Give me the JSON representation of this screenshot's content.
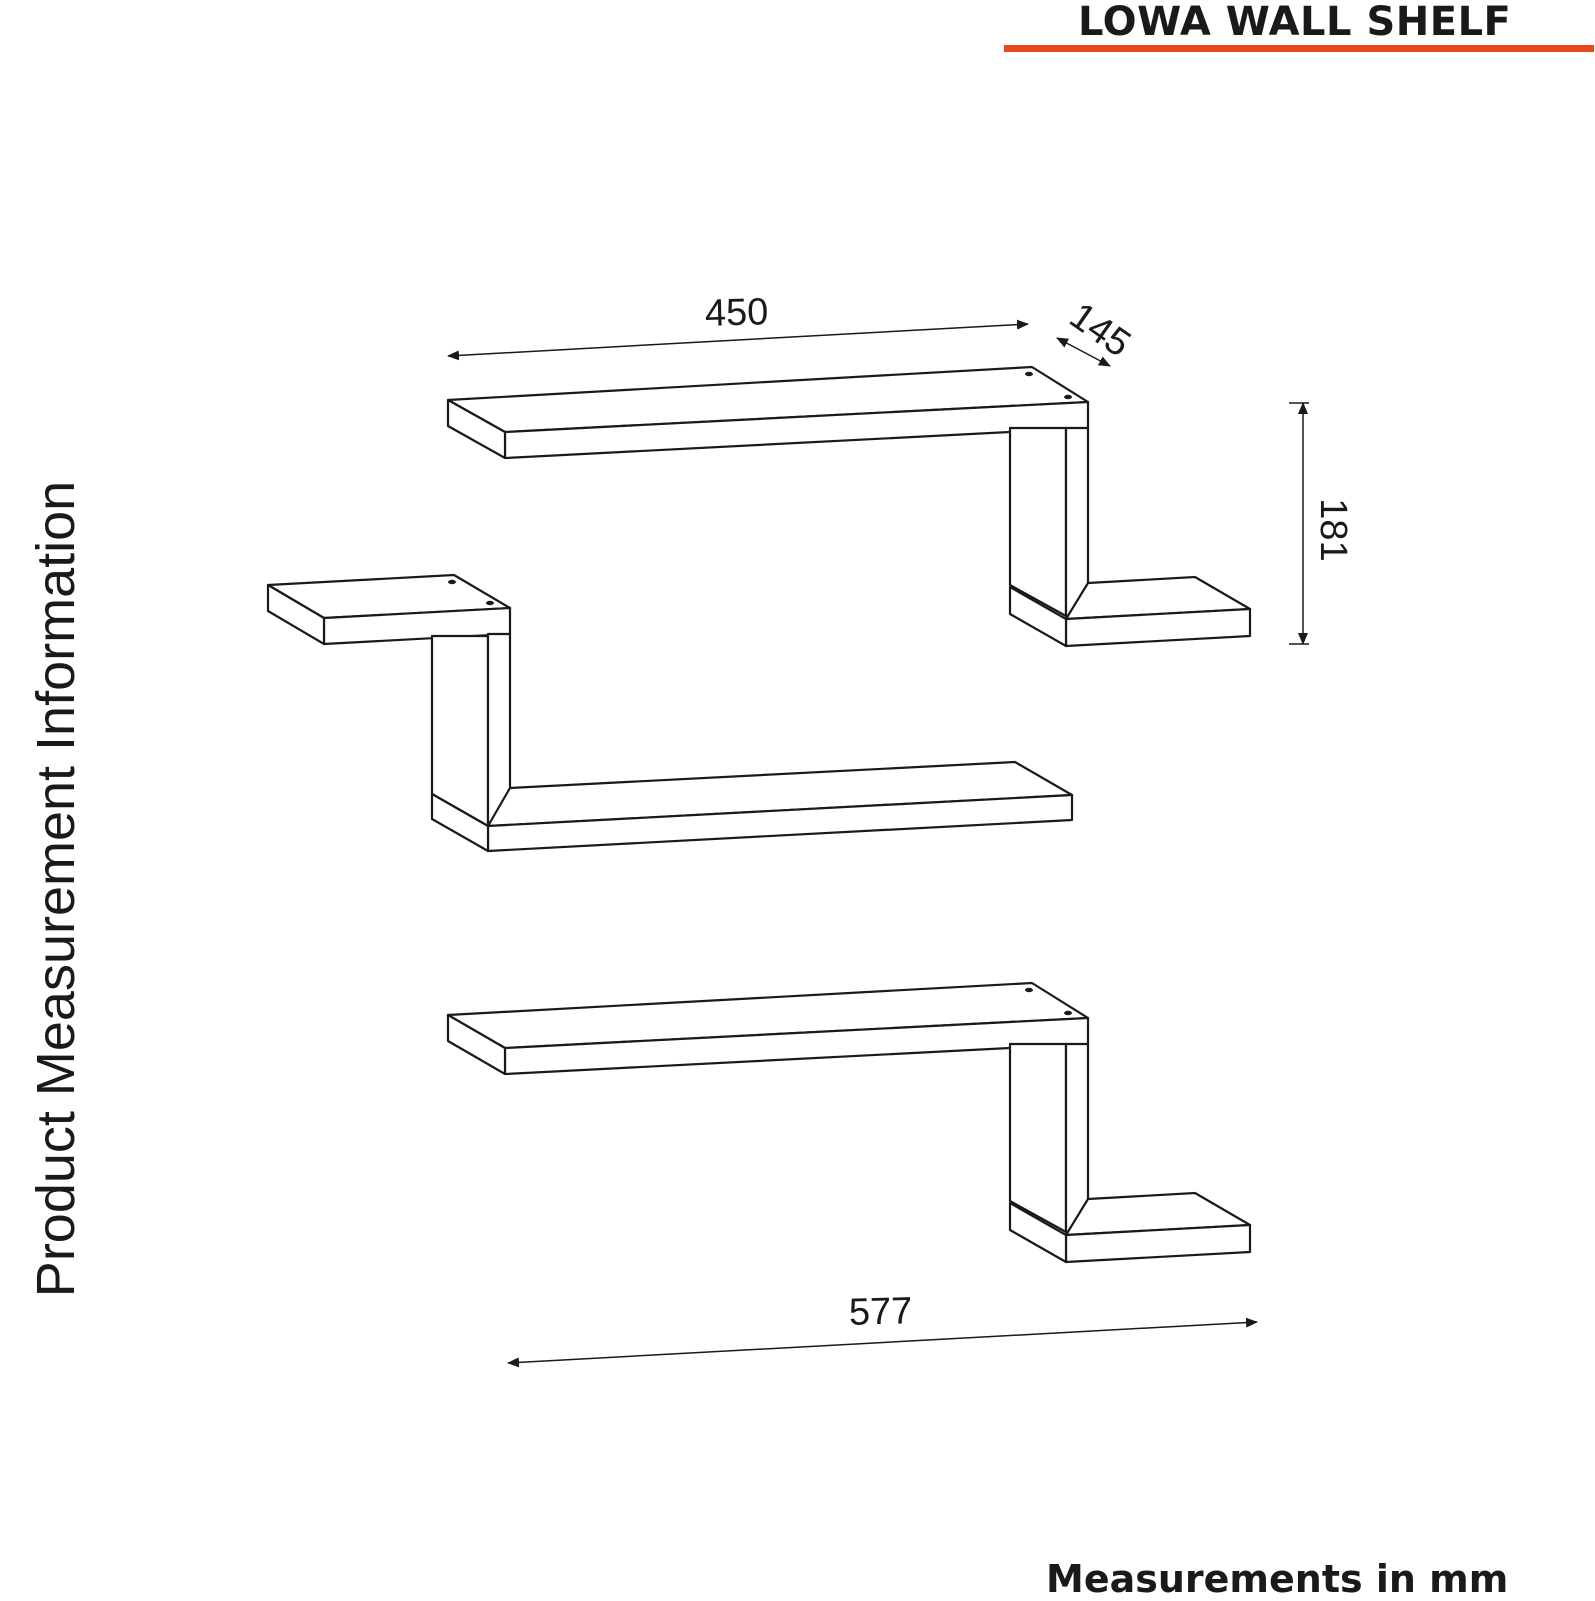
{
  "header": {
    "title": "LOWA WALL SHELF",
    "accent_color": "#e8471f"
  },
  "side_title": "Product Measurement Information",
  "dimensions": {
    "width_top": "450",
    "depth": "145",
    "height": "181",
    "width_bottom": "577"
  },
  "footer": {
    "units_note": "Measurements in mm"
  }
}
